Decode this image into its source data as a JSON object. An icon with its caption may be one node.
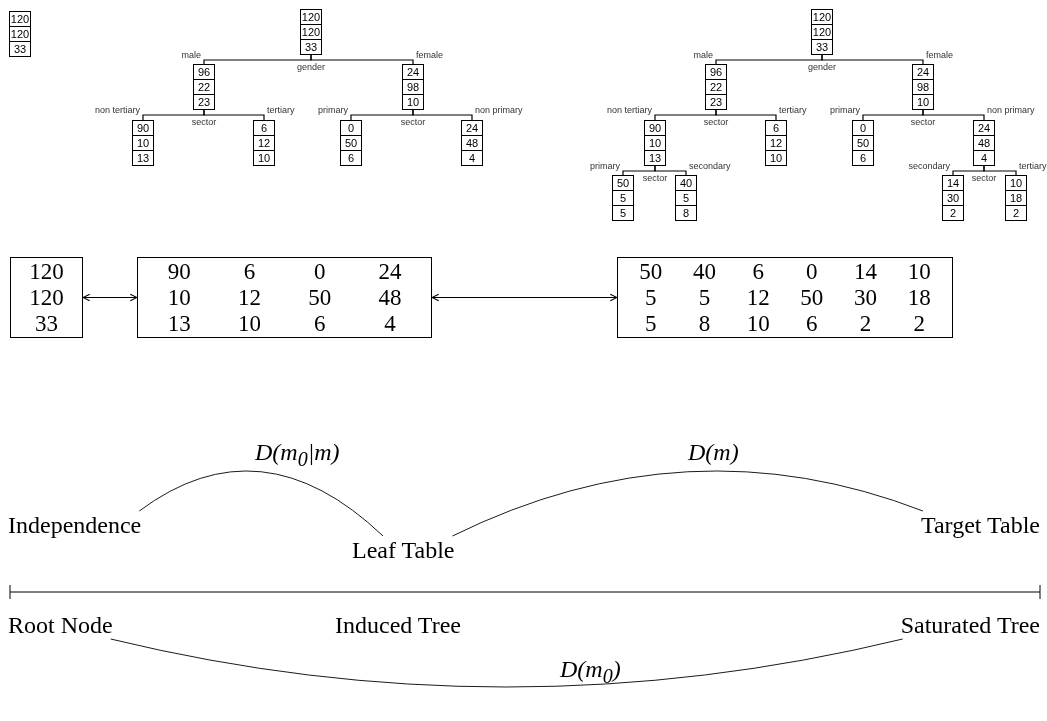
{
  "diagram": {
    "nodes": [
      {
        "text": [
          "120",
          "120",
          "33"
        ]
      },
      {
        "text": [
          "120",
          "120",
          "33"
        ],
        "beside": [
          "gender"
        ]
      },
      {
        "text": [
          "96",
          "22",
          "23"
        ],
        "beside": [
          "sector"
        ]
      },
      {
        "text": [
          "24",
          "98",
          "10"
        ],
        "beside": [
          "sector"
        ]
      },
      {
        "text": [
          "90",
          "10",
          "13"
        ]
      },
      {
        "text": [
          "6",
          "12",
          "10"
        ]
      },
      {
        "text": [
          "0",
          "50",
          "6"
        ]
      },
      {
        "text": [
          "24",
          "48",
          "4"
        ]
      },
      {
        "text": [
          "120",
          "120",
          "33"
        ],
        "beside": [
          "gender"
        ]
      },
      {
        "text": [
          "96",
          "22",
          "23"
        ],
        "beside": [
          "sector"
        ]
      },
      {
        "text": [
          "24",
          "98",
          "10"
        ],
        "beside": [
          "sector"
        ]
      },
      {
        "text": [
          "90",
          "10",
          "13"
        ],
        "beside": [
          "sector"
        ]
      },
      {
        "text": [
          "6",
          "12",
          "10"
        ]
      },
      {
        "text": [
          "0",
          "50",
          "6"
        ]
      },
      {
        "text": [
          "24",
          "48",
          "4"
        ],
        "beside": [
          "sector"
        ]
      },
      {
        "text": [
          "50",
          "5",
          "5"
        ]
      },
      {
        "text": [
          "40",
          "5",
          "8"
        ]
      },
      {
        "text": [
          "14",
          "30",
          "2"
        ]
      },
      {
        "text": [
          "10",
          "18",
          "2"
        ]
      },
      {
        "text": [
          "120",
          "120",
          "33"
        ]
      },
      {
        "text": [
          "90",
          "6",
          "0",
          "24",
          "10",
          "12",
          "50",
          "48",
          "13",
          "10",
          "6",
          "4"
        ]
      },
      {
        "text": [
          "50",
          "40",
          "6",
          "0",
          "14",
          "10",
          "5",
          "5",
          "12",
          "50",
          "30",
          "18",
          "5",
          "8",
          "10",
          "6",
          "2",
          "2"
        ]
      },
      {
        "text": [
          "Independence"
        ]
      },
      {
        "text": [
          "Leaf Table"
        ]
      },
      {
        "text": [
          "Target Table"
        ]
      },
      {
        "text": [
          "Root Node"
        ]
      },
      {
        "text": [
          "Induced Tree"
        ]
      },
      {
        "text": [
          "Saturated Tree"
        ]
      }
    ],
    "edges": [
      {
        "from": 1,
        "to": 2,
        "arrow": "none",
        "label": "male"
      },
      {
        "from": 1,
        "to": 3,
        "arrow": "none",
        "label": "female"
      },
      {
        "from": 2,
        "to": 4,
        "arrow": "none",
        "label": "non tertiary"
      },
      {
        "from": 2,
        "to": 5,
        "arrow": "none",
        "label": "tertiary"
      },
      {
        "from": 3,
        "to": 6,
        "arrow": "none",
        "label": "primary"
      },
      {
        "from": 3,
        "to": 7,
        "arrow": "none",
        "label": "non primary"
      },
      {
        "from": 8,
        "to": 9,
        "arrow": "none",
        "label": "male"
      },
      {
        "from": 8,
        "to": 10,
        "arrow": "none",
        "label": "female"
      },
      {
        "from": 9,
        "to": 11,
        "arrow": "none",
        "label": "non tertiary"
      },
      {
        "from": 9,
        "to": 12,
        "arrow": "none",
        "label": "tertiary"
      },
      {
        "from": 10,
        "to": 13,
        "arrow": "none",
        "label": "primary"
      },
      {
        "from": 10,
        "to": 14,
        "arrow": "none",
        "label": "non primary"
      },
      {
        "from": 11,
        "to": 15,
        "arrow": "none",
        "label": "primary"
      },
      {
        "from": 11,
        "to": 16,
        "arrow": "none",
        "label": "secondary"
      },
      {
        "from": 14,
        "to": 17,
        "arrow": "none",
        "label": "secondary"
      },
      {
        "from": 14,
        "to": 18,
        "arrow": "none",
        "label": "tertiary"
      },
      {
        "from": 19,
        "to": 20,
        "arrow": "both"
      },
      {
        "from": 20,
        "to": 21,
        "arrow": "both"
      },
      {
        "from": 22,
        "to": 23,
        "arrow": "none",
        "label": "D(m$_{0}$|m)"
      },
      {
        "from": 23,
        "to": 24,
        "arrow": "none",
        "label": "D(m)"
      },
      {
        "from": 25,
        "to": 27,
        "arrow": "none",
        "label": "D(m$_{0}$)"
      }
    ]
  }
}
